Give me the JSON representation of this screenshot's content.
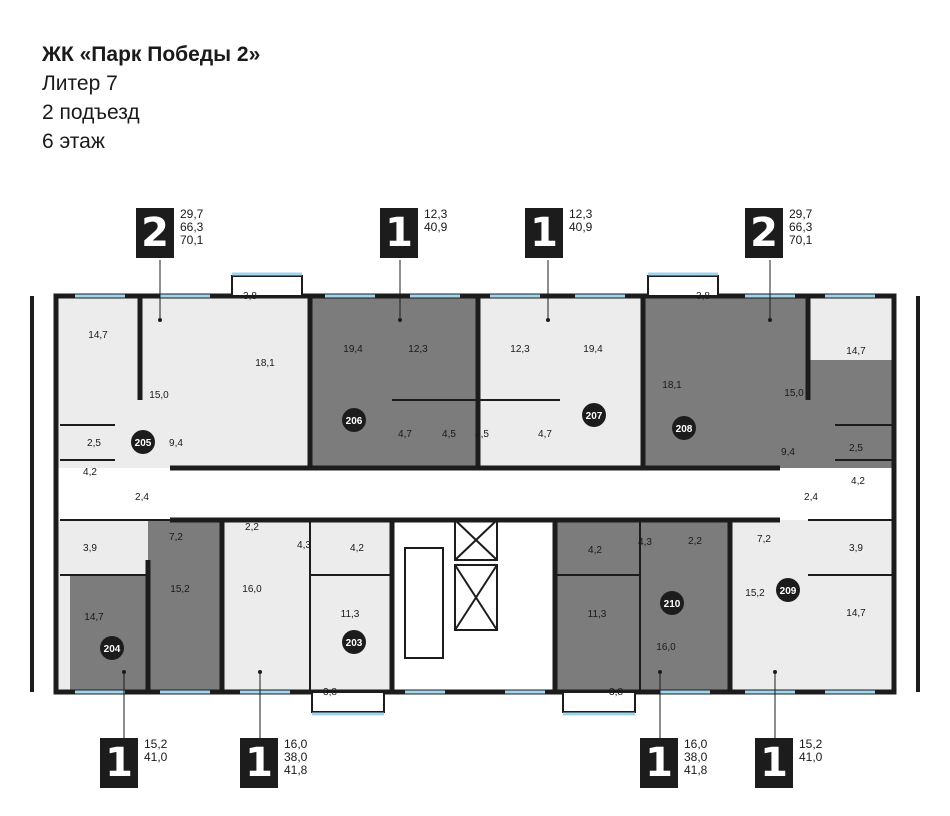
{
  "header": {
    "title": "ЖК «Парк Победы 2»",
    "line1": "Литер 7",
    "line2": "2 подъезд",
    "line3": "6 этаж"
  },
  "badges": [
    {
      "rooms": "2",
      "areas": [
        "29,7",
        "66,3",
        "70,1"
      ]
    },
    {
      "rooms": "1",
      "areas": [
        "12,3",
        "40,9"
      ]
    },
    {
      "rooms": "1",
      "areas": [
        "12,3",
        "40,9"
      ]
    },
    {
      "rooms": "2",
      "areas": [
        "29,7",
        "66,3",
        "70,1"
      ]
    },
    {
      "rooms": "1",
      "areas": [
        "15,2",
        "41,0"
      ]
    },
    {
      "rooms": "1",
      "areas": [
        "16,0",
        "38,0",
        "41,8"
      ]
    },
    {
      "rooms": "1",
      "areas": [
        "16,0",
        "38,0",
        "41,8"
      ]
    },
    {
      "rooms": "1",
      "areas": [
        "15,2",
        "41,0"
      ]
    }
  ],
  "apartments": [
    "203",
    "204",
    "205",
    "206",
    "207",
    "208",
    "209",
    "210"
  ],
  "rooms": [
    "14,7",
    "15,0",
    "3,8",
    "18,1",
    "19,4",
    "12,3",
    "12,3",
    "19,4",
    "18,1",
    "3,8",
    "15,0",
    "14,7",
    "2,5",
    "9,4",
    "4,7",
    "4,5",
    "4,5",
    "4,7",
    "9,4",
    "2,5",
    "4,2",
    "2,4",
    "2,4",
    "4,2",
    "7,2",
    "2,2",
    "4,3",
    "4,2",
    "4,2",
    "4,3",
    "2,2",
    "7,2",
    "3,9",
    "15,2",
    "16,0",
    "11,3",
    "11,3",
    "16,0",
    "15,2",
    "3,9",
    "14,7",
    "14,7",
    "3,8",
    "3,8"
  ],
  "colors": {
    "dark_unit": "#7c7c7c",
    "light_unit": "#ececec",
    "wall": "#1c1c1c",
    "badge": "#1c1c1c",
    "window": "#9fd6ee"
  }
}
